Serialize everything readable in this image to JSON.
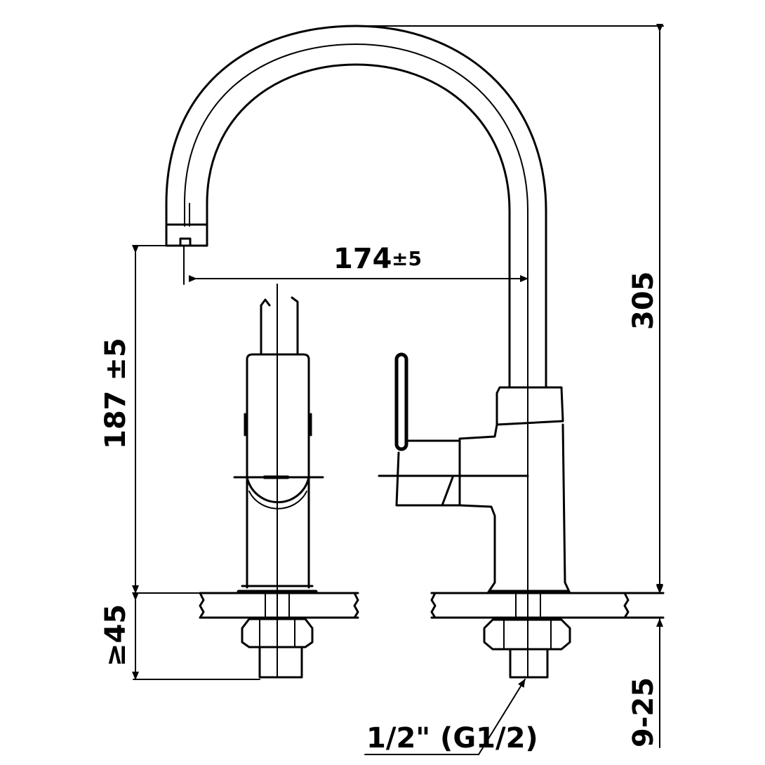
{
  "title": "Faucet technical dimension drawing",
  "dimensions": {
    "spout_reach": {
      "value": "174",
      "tolerance": "±5"
    },
    "spout_height": {
      "value": "187",
      "tolerance": "±5",
      "label": "187 ±5"
    },
    "total_height": {
      "value": "305"
    },
    "min_depth": {
      "value": "≥45"
    },
    "deck_thickness": {
      "value": "9-25"
    },
    "connection": {
      "fraction": "1/2",
      "inch_mark": "\"",
      "label": "1/2\" (G1/2)"
    }
  },
  "colors": {
    "line": "#000000",
    "background": "#ffffff"
  }
}
